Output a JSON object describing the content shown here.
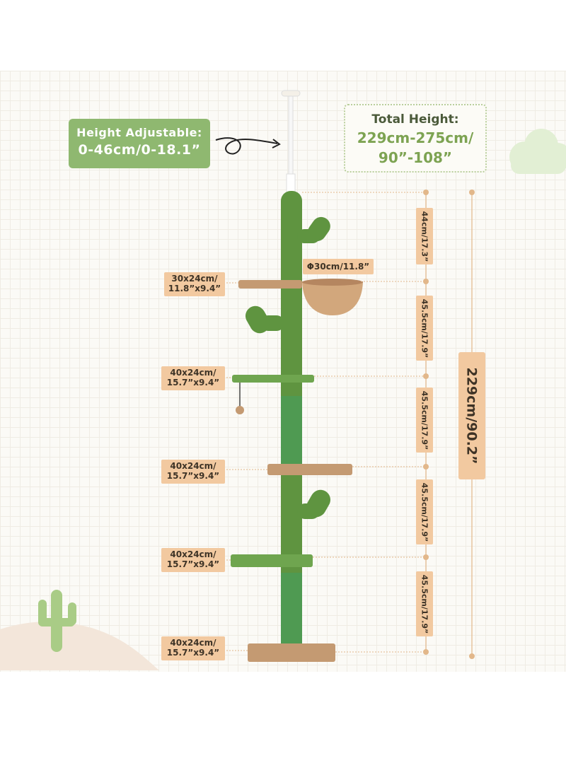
{
  "height_adjustable": {
    "label": "Height Adjustable:",
    "value": "0-46cm/0-18.1”"
  },
  "total_height": {
    "label": "Total Height:",
    "line1": "229cm-275cm/",
    "line2": "90”-108”"
  },
  "overall_height": "229cm/90.2”",
  "basket_diameter": "Φ30cm/11.8”",
  "platforms": [
    {
      "size_cm": "30x24cm/",
      "size_in": "11.8”x9.4”"
    },
    {
      "size_cm": "40x24cm/",
      "size_in": "15.7”x9.4”"
    },
    {
      "size_cm": "40x24cm/",
      "size_in": "15.7”x9.4”"
    },
    {
      "size_cm": "40x24cm/",
      "size_in": "15.7”x9.4”"
    },
    {
      "size_cm": "40x24cm/",
      "size_in": "15.7”x9.4”"
    }
  ],
  "segments": [
    "44cm/17.3”",
    "45.5cm/17.9”",
    "45.5cm/17.9”",
    "45.5cm/17.9”",
    "45.5cm/17.9”"
  ],
  "colors": {
    "cactus_green": "#5f9440",
    "accent_green": "#8fb870",
    "tag_peach": "#f2c9a0",
    "platform_brown": "#c49a72"
  }
}
